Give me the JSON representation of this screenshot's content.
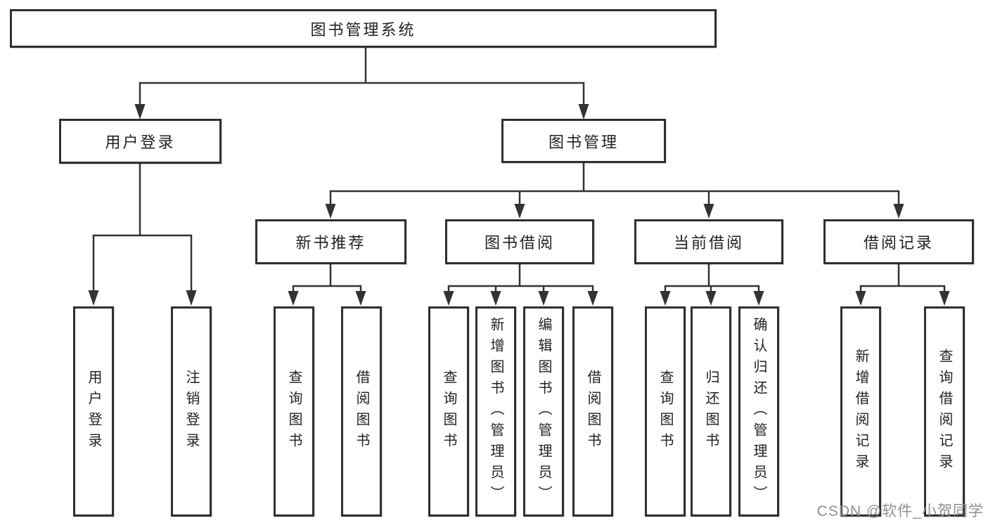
{
  "tree": {
    "label": "图书管理系统",
    "children": [
      {
        "label": "用户登录",
        "children": [
          {
            "label": "用户登录"
          },
          {
            "label": "注销登录"
          }
        ]
      },
      {
        "label": "图书管理",
        "children": [
          {
            "label": "新书推荐",
            "children": [
              {
                "label": "查询图书"
              },
              {
                "label": "借阅图书"
              }
            ]
          },
          {
            "label": "图书借阅",
            "children": [
              {
                "label": "查询图书"
              },
              {
                "label": "新增图书（管理员）"
              },
              {
                "label": "编辑图书（管理员）"
              },
              {
                "label": "借阅图书"
              }
            ]
          },
          {
            "label": "当前借阅",
            "children": [
              {
                "label": "查询图书"
              },
              {
                "label": "归还图书"
              },
              {
                "label": "确认归还（管理员）"
              }
            ]
          },
          {
            "label": "借阅记录",
            "children": [
              {
                "label": "新增借阅记录"
              },
              {
                "label": "查询借阅记录"
              }
            ]
          }
        ]
      }
    ]
  },
  "watermark": {
    "text": "CSDN @软件_小贺同学"
  },
  "colors": {
    "line": "#333333",
    "box_border": "#2f2f2f",
    "text": "#222222",
    "watermark": "#8f8f8f",
    "background": "#ffffff"
  }
}
